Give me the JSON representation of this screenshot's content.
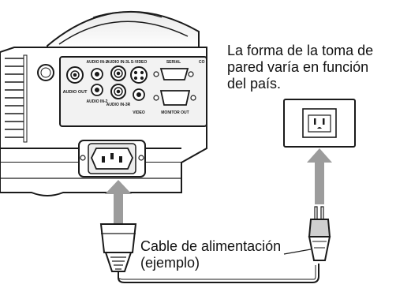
{
  "note": {
    "line1": "La forma de la toma de",
    "line2": "pared varía en función",
    "line3": "del país."
  },
  "caption": {
    "line1": "Cable de alimentación",
    "line2": "(ejemplo)"
  },
  "ports": {
    "audio_out": "AUDIO OUT",
    "audio_in1": "AUDIO IN-1",
    "audio_in2": "AUDIO IN-2",
    "audio_in3l": "AUDIO IN-3L",
    "audio_in3r": "AUDIO IN-3R",
    "s_video": "S-VIDEO",
    "video": "VIDEO",
    "serial": "SERIAL",
    "monitor_out": "MONITOR OUT",
    "partial_right": "CO"
  },
  "colors": {
    "outline": "#1a1a1a",
    "body_fill": "#ffffff",
    "panel_fill": "#f2f2f2",
    "arrow": "#9c9c9c",
    "plug_shade": "#cfcfcf"
  }
}
